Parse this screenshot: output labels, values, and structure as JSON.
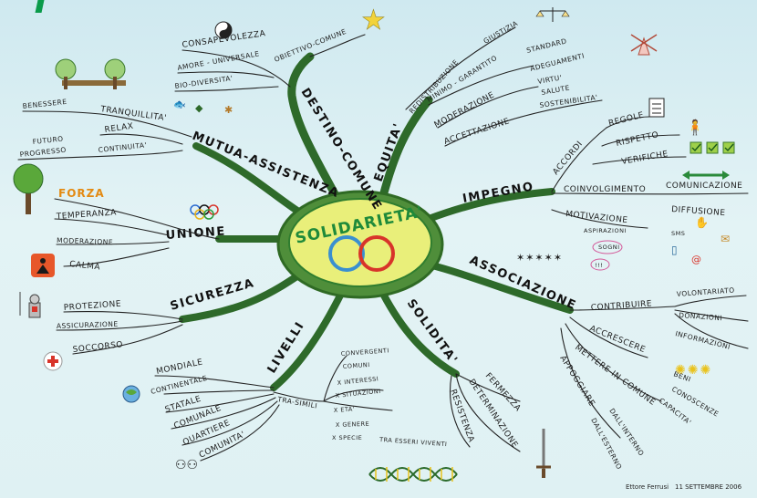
{
  "center": {
    "title": "SOLIDARIETA'"
  },
  "branches": {
    "destino": {
      "label": "DESTINO-COMUNE",
      "items": [
        "CONSAPEVOLEZZA",
        "AMORE - UNIVERSALE",
        "BIO-DIVERSITA'",
        "OBIETTIVO-COMUNE"
      ]
    },
    "equita": {
      "label": "EQUITA'",
      "items": [
        "REDISTRIBUZIONE",
        "GIUSTIZIA",
        "MINIMO - GARANTITO",
        "STANDARD",
        "ADEGUAMENTI",
        "MODERAZIONE",
        "VIRTU'",
        "SALUTE",
        "ACCETTAZIONE",
        "SOSTENIBILITA'"
      ]
    },
    "mutua": {
      "label": "MUTUA-ASSISTENZA",
      "items": [
        "BENESSERE",
        "TRANQUILLITA'",
        "RELAX",
        "FUTURO",
        "PROGRESSO",
        "CONTINUITA'"
      ]
    },
    "impegno": {
      "label": "IMPEGNO",
      "items": [
        "ACCORDI",
        "REGOLE",
        "RISPETTO",
        "VERIFICHE",
        "COINVOLGIMENTO",
        "COMUNICAZIONE",
        "DIFFUSIONE",
        "MOTIVAZIONE",
        "ASPIRAZIONI",
        "SOGNI",
        "!!!",
        "SMS"
      ]
    },
    "unione": {
      "label": "UNIONE",
      "items": [
        "FORZA",
        "TEMPERANZA",
        "MODERAZIONE",
        "CALMA"
      ]
    },
    "associazione": {
      "label": "ASSOCIAZIONE",
      "items": [
        "CONTRIBUIRE",
        "VOLONTARIATO",
        "DONAZIONI",
        "INFORMAZIONI",
        "ACCRESCERE",
        "METTERE-IN-COMUNE",
        "BENI",
        "CONOSCENZE",
        "CAPACITA'",
        "APPOGGIARE",
        "DALL'INTERNO",
        "DALL'ESTERNO"
      ]
    },
    "sicurezza": {
      "label": "SICUREZZA",
      "items": [
        "PROTEZIONE",
        "ASSICURAZIONE",
        "SOCCORSO"
      ]
    },
    "livelli": {
      "label": "LIVELLI",
      "items": [
        "MONDIALE",
        "CONTINENTALE",
        "STATALE",
        "COMUNALE",
        "QUARTIERE",
        "COMUNITA'",
        "TRA-SIMILI",
        "CONVERGENTI",
        "COMUNI",
        "X INTERESSI",
        "X SITUAZIONI",
        "X ETA'",
        "X GENERE",
        "X SPECIE",
        "TRA ESSERI VIVENTI"
      ]
    },
    "solidita": {
      "label": "SOLIDITA'",
      "items": [
        "FERMEZZA",
        "DETERMINAZIONE",
        "RESISTENZA"
      ]
    }
  },
  "signature": {
    "author": "Ettore Ferrusi",
    "date": "11 SETTEMBRE 2006"
  },
  "colors": {
    "background": "#d9eef3",
    "branch": "#2e6a2a",
    "center_fill": "#e9ef7a",
    "center_border": "#2f7d2f",
    "ring_blue": "#3a8fd0",
    "ring_red": "#d8342a",
    "forza": "#e38a12"
  },
  "icons": [
    "star-icon",
    "yin-yang-icon",
    "scales-icon",
    "windmill-icon",
    "trees-icon",
    "birds-icon",
    "tortoise-icon",
    "butterfly-icon",
    "checklist-icon",
    "person-icon",
    "checkmark-icon",
    "tree-icon",
    "olympic-rings-icon",
    "meditation-icon",
    "knight-icon",
    "red-cross-icon",
    "arrows-icon",
    "phone-icon",
    "envelope-icon",
    "stars-icon",
    "globe-icon",
    "people-icon",
    "dna-icon",
    "sword-icon",
    "handshake-icon",
    "coins-icon"
  ]
}
